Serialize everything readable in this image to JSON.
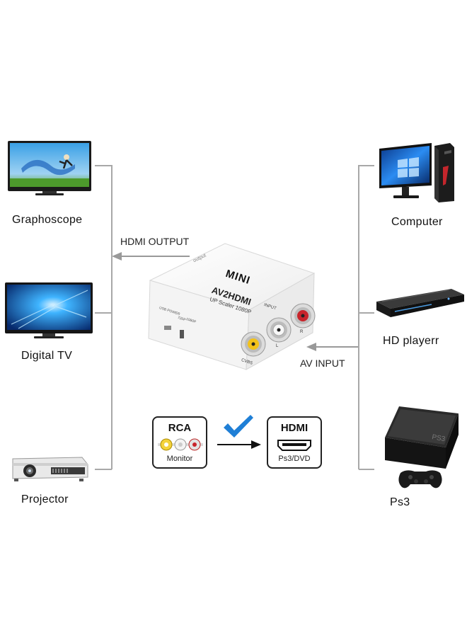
{
  "outputs": {
    "devices": [
      {
        "label": "Graphoscope",
        "icon": "tv-icon"
      },
      {
        "label": "Digital  TV",
        "icon": "tv-icon"
      },
      {
        "label": "Projector",
        "icon": "projector-icon"
      }
    ],
    "arrow_label": "HDMI OUTPUT"
  },
  "inputs": {
    "devices": [
      {
        "label": "Computer",
        "icon": "desktop-computer-icon"
      },
      {
        "label": "HD playerr",
        "icon": "dvd-player-icon"
      },
      {
        "label": "Ps3",
        "icon": "game-console-icon"
      }
    ],
    "arrow_label": "AV INPUT"
  },
  "adapter": {
    "badge": "MINI",
    "name": "AV2HDMI",
    "subtitle": "UP Scaler 1080P",
    "input_label": "INPUT",
    "port_labels": [
      "CVBS",
      "L",
      "R"
    ],
    "side_label": "USB POWER",
    "switch_labels": [
      "720P",
      "1080P"
    ],
    "top_label": "output",
    "colors": {
      "yellow": "#f3c21a",
      "white": "#f2f2f2",
      "red": "#c8242b"
    }
  },
  "conversion": {
    "from_title": "RCA",
    "from_caption": "Monitor",
    "to_title": "HDMI",
    "to_caption": "Ps3/DVD",
    "check_color": "#1f7fd6"
  }
}
